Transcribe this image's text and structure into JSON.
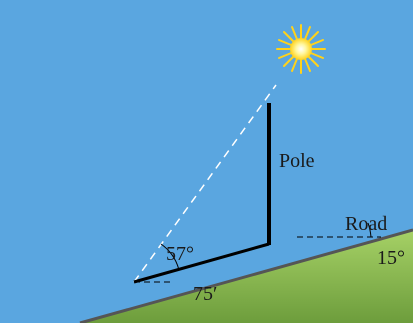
{
  "diagram": {
    "labels": {
      "pole": "Pole",
      "road": "Road",
      "road_angle": "15°",
      "sun_angle": "57°",
      "distance": "75′"
    },
    "colors": {
      "sky": "#5aa6e0",
      "ground_light": "#a3cf63",
      "ground_dark": "#6e9e3d",
      "road_line": "#555555",
      "pole": "#000000",
      "sun_ray": "#ffffff",
      "sun_core": "#fff47a",
      "sun_glow": "#ffd21a"
    },
    "icons": {
      "sun": "sun-icon"
    }
  }
}
